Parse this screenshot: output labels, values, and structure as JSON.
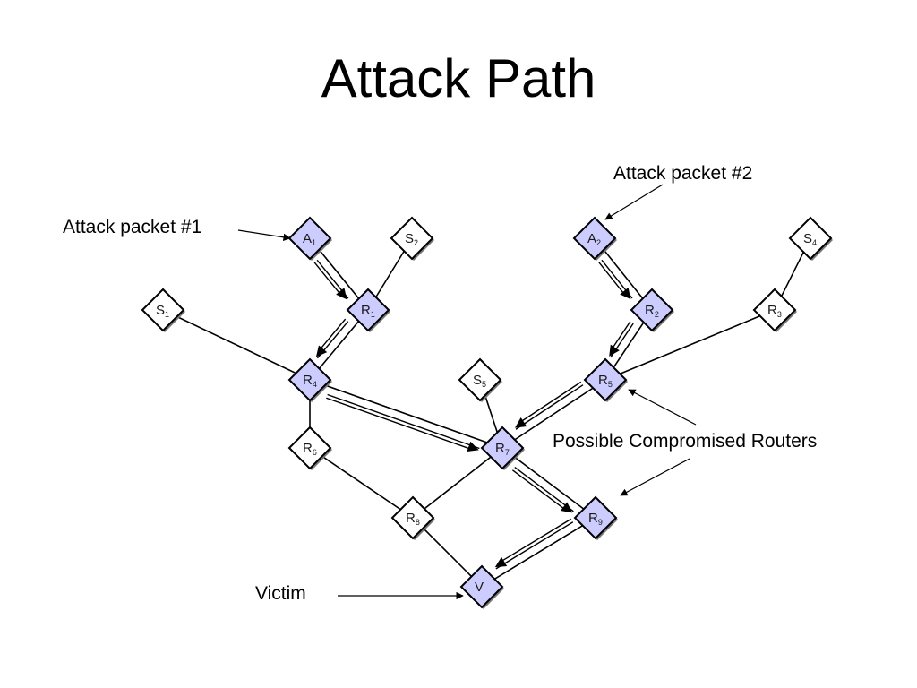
{
  "title": "Attack Path",
  "colors": {
    "attacker_fill": "#ccccff",
    "router_compromised_fill": "#ccccff",
    "router_fill": "#ffffff",
    "line": "#000000"
  },
  "nodes": {
    "A1": {
      "label": "A",
      "sub": "1",
      "kind": "attacker"
    },
    "S2": {
      "label": "S",
      "sub": "2",
      "kind": "source"
    },
    "A2": {
      "label": "A",
      "sub": "2",
      "kind": "attacker"
    },
    "S4": {
      "label": "S",
      "sub": "4",
      "kind": "source"
    },
    "S1": {
      "label": "S",
      "sub": "1",
      "kind": "source"
    },
    "R1": {
      "label": "R",
      "sub": "1",
      "kind": "compromised"
    },
    "R2": {
      "label": "R",
      "sub": "2",
      "kind": "compromised"
    },
    "R3": {
      "label": "R",
      "sub": "3",
      "kind": "router"
    },
    "R4": {
      "label": "R",
      "sub": "4",
      "kind": "compromised"
    },
    "S5": {
      "label": "S",
      "sub": "5",
      "kind": "source"
    },
    "R5": {
      "label": "R",
      "sub": "5",
      "kind": "compromised"
    },
    "R6": {
      "label": "R",
      "sub": "6",
      "kind": "router"
    },
    "R7": {
      "label": "R",
      "sub": "7",
      "kind": "compromised"
    },
    "R8": {
      "label": "R",
      "sub": "8",
      "kind": "router"
    },
    "R9": {
      "label": "R",
      "sub": "9",
      "kind": "compromised"
    },
    "V": {
      "label": "V",
      "sub": "",
      "kind": "victim"
    }
  },
  "edges": [
    [
      "A1",
      "R1"
    ],
    [
      "S2",
      "R1"
    ],
    [
      "R1",
      "R4"
    ],
    [
      "S1",
      "R4"
    ],
    [
      "A2",
      "R2"
    ],
    [
      "S4",
      "R3"
    ],
    [
      "R2",
      "R5"
    ],
    [
      "R3",
      "R5"
    ],
    [
      "R4",
      "R7"
    ],
    [
      "S5",
      "R7"
    ],
    [
      "R5",
      "R7"
    ],
    [
      "R4",
      "R6"
    ],
    [
      "R6",
      "R8"
    ],
    [
      "R7",
      "R8"
    ],
    [
      "R7",
      "R9"
    ],
    [
      "R8",
      "V"
    ],
    [
      "R9",
      "V"
    ]
  ],
  "attack_paths": [
    [
      "A1",
      "R1"
    ],
    [
      "R1",
      "R4"
    ],
    [
      "R4",
      "R7"
    ],
    [
      "A2",
      "R2"
    ],
    [
      "R2",
      "R5"
    ],
    [
      "R5",
      "R7"
    ],
    [
      "R7",
      "R9"
    ],
    [
      "R9",
      "V"
    ]
  ],
  "callouts": {
    "packet1": "Attack packet #1",
    "packet2": "Attack packet #2",
    "compromised": "Possible Compromised Routers",
    "victim": "Victim"
  }
}
